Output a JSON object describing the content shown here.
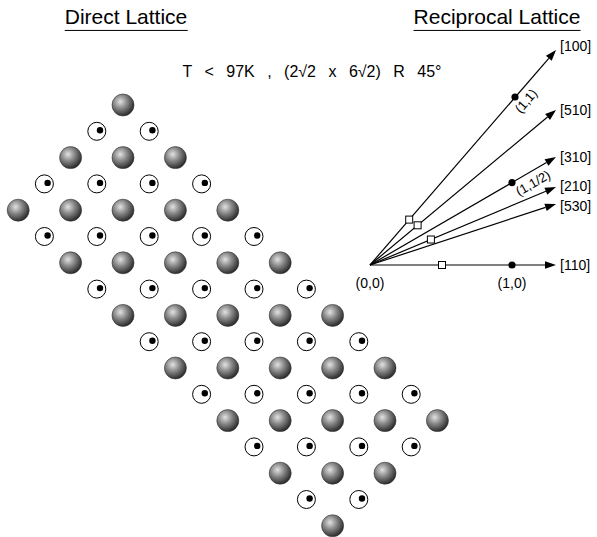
{
  "diagram": {
    "labels": [
      "Direct Lattice",
      "Reciprocal Lattice",
      "T < 97K , (2√2 x 6√2) R 45°",
      "[100]",
      "[510]",
      "[310]",
      "[210]",
      "[530]",
      "[110]",
      "(1,1)",
      "(1,1/2)",
      "(0,0)",
      "(1,0)"
    ]
  }
}
